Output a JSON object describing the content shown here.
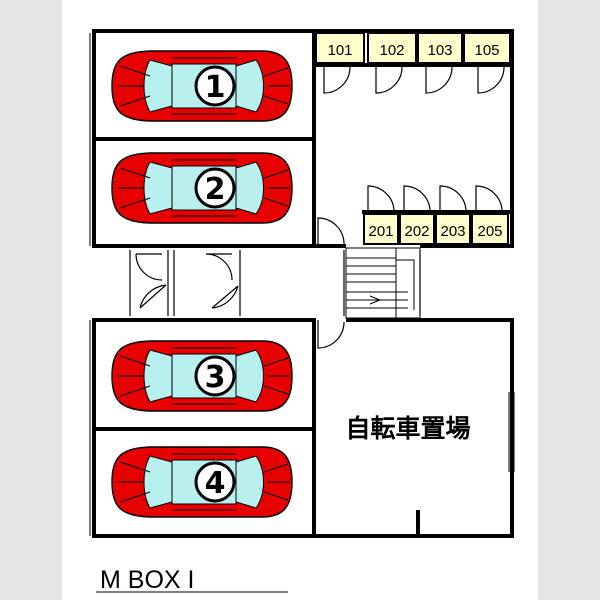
{
  "colors": {
    "side_band": "#e6e6e6",
    "wall": "#000000",
    "car_body": "#e60000",
    "car_glass": "#b8f0f0",
    "mailbox_fill": "#ffffcc"
  },
  "parking": [
    {
      "label": "1"
    },
    {
      "label": "2"
    },
    {
      "label": "3"
    },
    {
      "label": "4"
    }
  ],
  "mailboxes_upper": [
    "101",
    "102",
    "103",
    "105"
  ],
  "mailboxes_lower": [
    "201",
    "202",
    "203",
    "205"
  ],
  "bicycle_area_label": "自転車置場",
  "caption": "M BOX I"
}
